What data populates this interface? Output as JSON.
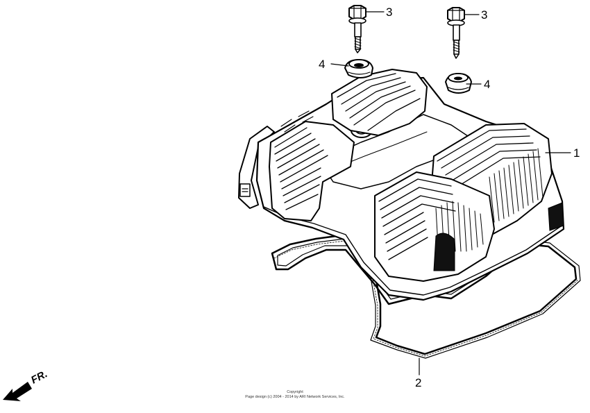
{
  "diagram": {
    "parts": [
      {
        "id": "cover",
        "number": "1"
      },
      {
        "id": "gasket",
        "number": "2"
      },
      {
        "id": "bolt-left",
        "number": "3"
      },
      {
        "id": "bolt-right",
        "number": "3"
      },
      {
        "id": "grommet-left",
        "number": "4"
      },
      {
        "id": "grommet-right",
        "number": "4"
      }
    ],
    "direction_marker": {
      "label": "FR."
    },
    "copyright": {
      "line1": "Copyright",
      "line2": "Page design (c) 2004 - 2014 by ARI Network Services, Inc."
    }
  }
}
